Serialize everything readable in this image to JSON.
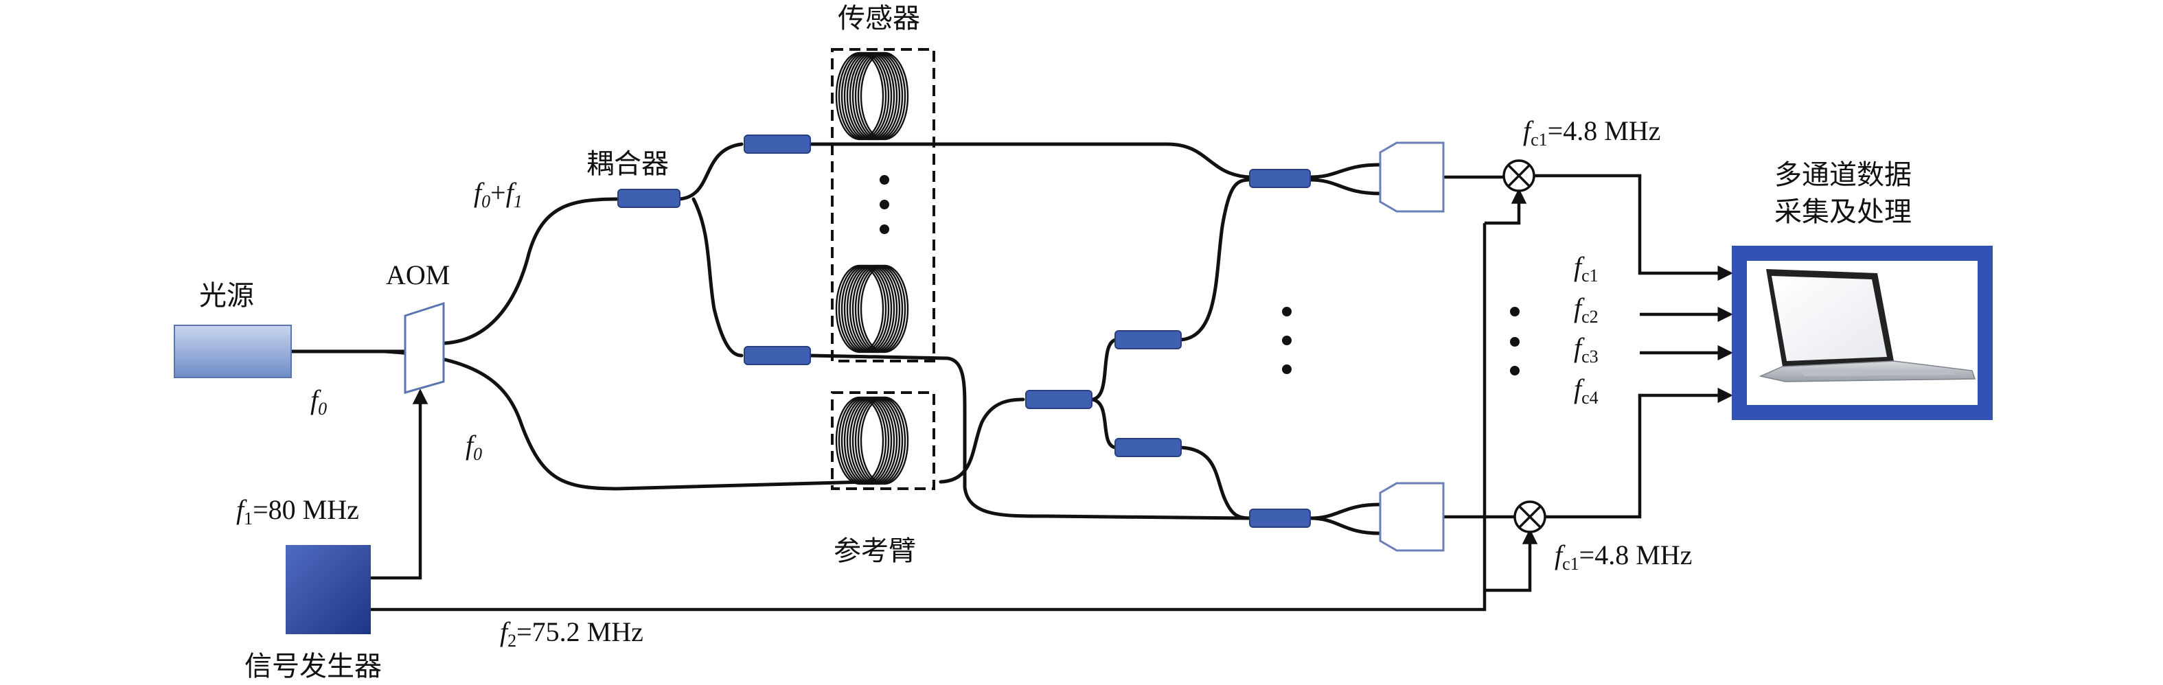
{
  "labels": {
    "light_source": "光源",
    "aom": "AOM",
    "coupler": "耦合器",
    "sensor": "传感器",
    "reference_arm": "参考臂",
    "signal_generator": "信号发生器",
    "daq_line1": "多通道数据",
    "daq_line2": "采集及处理"
  },
  "frequencies": {
    "f0": {
      "var": "f",
      "sub": "0"
    },
    "f0_plus_f1": {
      "var1": "f",
      "sub1": "0",
      "plus": "+",
      "var2": "f",
      "sub2": "1"
    },
    "f1": {
      "var": "f",
      "sub": "1",
      "value": "=80 MHz"
    },
    "f2": {
      "var": "f",
      "sub": "2",
      "value": "=75.2 MHz"
    },
    "fc1_top": {
      "var": "f",
      "sub": "c1",
      "value": "=4.8 MHz"
    },
    "fc1_bottom": {
      "var": "f",
      "sub": "c1",
      "value": "=4.8 MHz"
    },
    "channels": [
      {
        "var": "f",
        "sub": "c1"
      },
      {
        "var": "f",
        "sub": "c2"
      },
      {
        "var": "f",
        "sub": "c3"
      },
      {
        "var": "f",
        "sub": "c4"
      }
    ]
  },
  "colors": {
    "coupler": "#3f5fb0",
    "source_gradient_top": "#c9d6ee",
    "source_gradient_bottom": "#6f8cc7",
    "generator_top": "#4f6cc0",
    "generator_bottom": "#1f3585",
    "daq_frame": "#3151b3",
    "detector_outline": "#6a7fb8"
  },
  "icons": {
    "mixer": "circled-times-icon",
    "laptop": "laptop-icon",
    "fiber_coil": "fiber-coil-icon"
  }
}
